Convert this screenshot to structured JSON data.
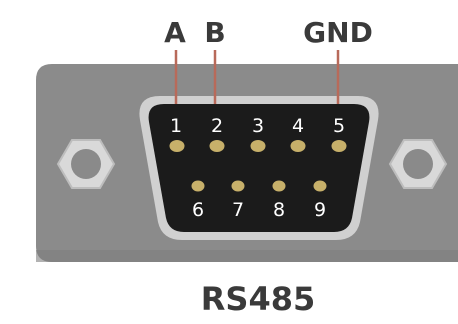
{
  "diagram": {
    "signal_labels": {
      "a": "A",
      "b": "B",
      "gnd": "GND"
    },
    "pin_numbers": [
      "1",
      "2",
      "3",
      "4",
      "5",
      "6",
      "7",
      "8",
      "9"
    ],
    "connector_name": "RS485",
    "colors": {
      "shell": "#8b8b8b",
      "shell_dark": "#767676",
      "face": "#1a1a1a",
      "face_border": "#cfcfcf",
      "pin": "#c7b06a",
      "wire": "#b86a5a",
      "label": "#3a3a3a",
      "pin_text": "#ffffff",
      "hex_nut": "#d9d9d9"
    }
  }
}
